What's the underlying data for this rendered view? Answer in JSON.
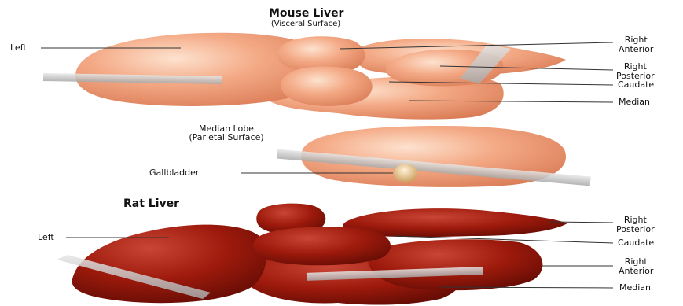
{
  "mouse": {
    "title": "Mouse Liver",
    "subtitle": "(Visceral Surface)",
    "labels": {
      "left": "Left",
      "right_anterior_1": "Right",
      "right_anterior_2": "Anterior",
      "right_posterior_1": "Right",
      "right_posterior_2": "Posterior",
      "caudate": "Caudate",
      "median": "Median"
    }
  },
  "median_lobe": {
    "title_1": "Median Lobe",
    "title_2": "(Parietal Surface)",
    "gallbladder": "Gallbladder"
  },
  "rat": {
    "title": "Rat Liver",
    "labels": {
      "left": "Left",
      "right_posterior_1": "Right",
      "right_posterior_2": "Posterior",
      "caudate": "Caudate",
      "right_anterior_1": "Right",
      "right_anterior_2": "Anterior",
      "median": "Median"
    }
  },
  "colors": {
    "mouse_tissue": "#f2a07e",
    "rat_tissue": "#9e1a0c",
    "gallbladder": "#e8c38a",
    "plane": "#c8c8c8"
  }
}
